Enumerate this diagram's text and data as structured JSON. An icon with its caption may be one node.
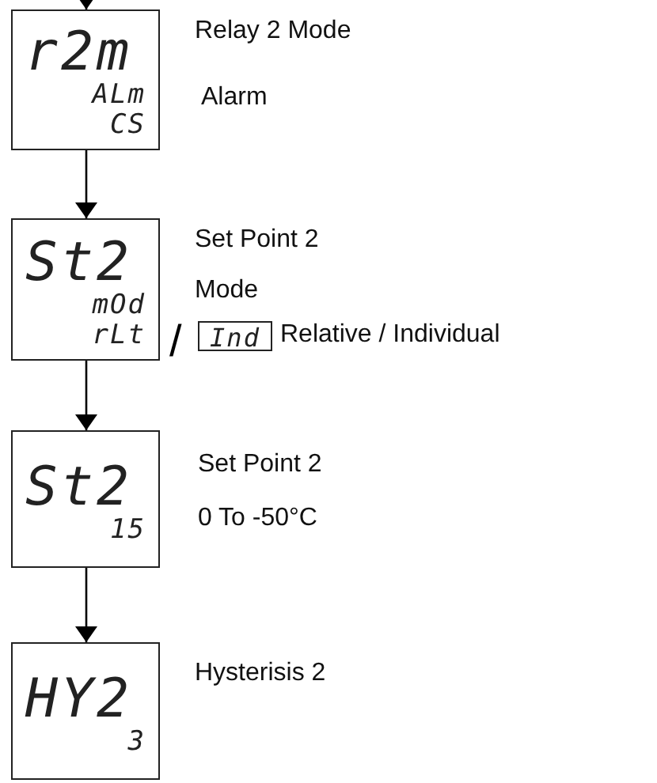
{
  "diagram": {
    "nodes": [
      {
        "text": [
          "r2m",
          "ALm",
          "CS"
        ],
        "beside": [
          "Relay 2 Mode",
          "Alarm"
        ]
      },
      {
        "text": [
          "St2",
          "mOd",
          "rLt"
        ],
        "beside": [
          "Set Point 2",
          "Mode"
        ]
      },
      {
        "text": [
          "Ind"
        ],
        "beside": [
          "Relative / Individual"
        ]
      },
      {
        "text": [
          "St2",
          "15"
        ],
        "beside": [
          "Set Point 2",
          "0 To -50°C"
        ]
      },
      {
        "text": [
          "HY2",
          "3"
        ],
        "beside": [
          "Hysterisis 2"
        ]
      }
    ],
    "edges": [
      {
        "from": null,
        "to": 0,
        "arrow": "to"
      },
      {
        "from": 0,
        "to": 1,
        "arrow": "to"
      },
      {
        "from": 1,
        "to": 3,
        "arrow": "to"
      },
      {
        "from": 3,
        "to": 4,
        "arrow": "to"
      }
    ],
    "labels": [
      "/"
    ]
  }
}
